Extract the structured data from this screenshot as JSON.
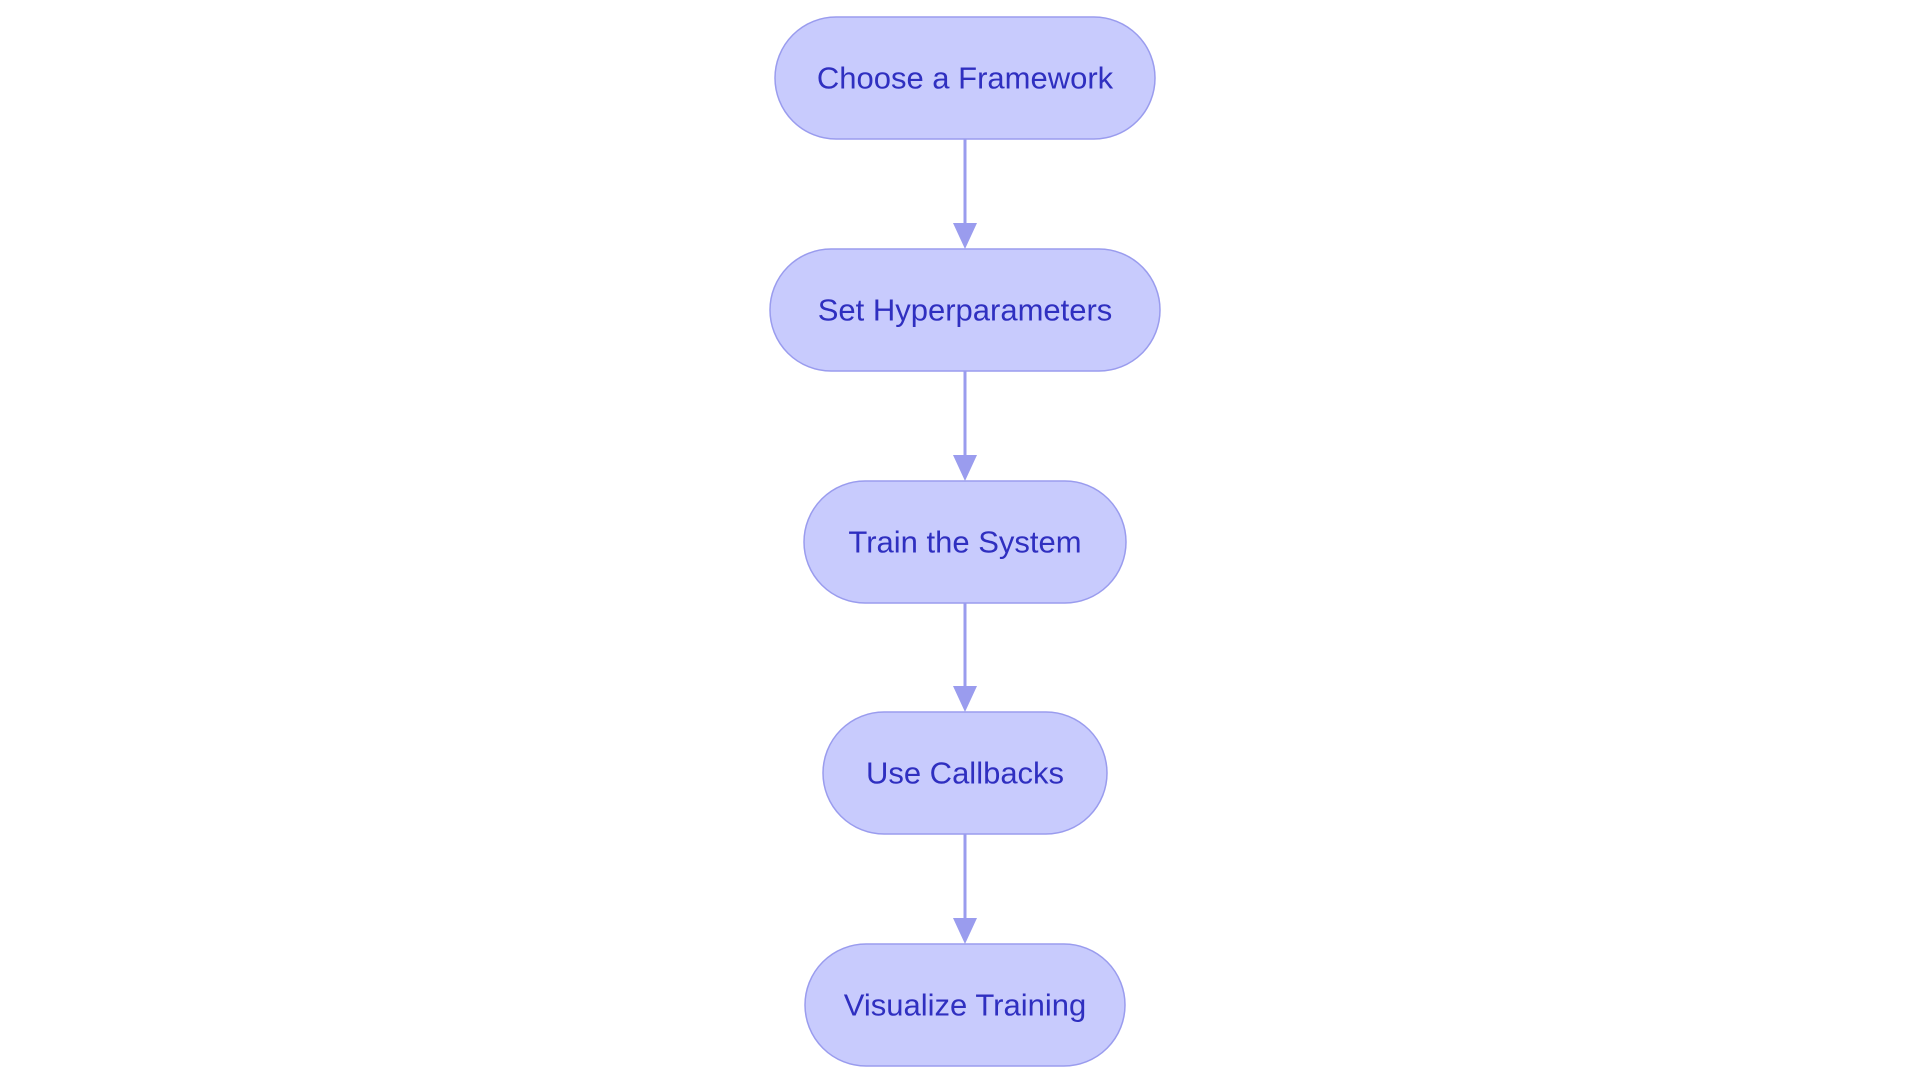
{
  "diagram": {
    "type": "flowchart",
    "direction": "top-to-bottom",
    "nodes": [
      {
        "id": "framework",
        "label": "Choose a Framework"
      },
      {
        "id": "hyperparams",
        "label": "Set Hyperparameters"
      },
      {
        "id": "train",
        "label": "Train the System"
      },
      {
        "id": "callbacks",
        "label": "Use Callbacks"
      },
      {
        "id": "visualize",
        "label": "Visualize Training"
      }
    ],
    "edges": [
      {
        "from": "framework",
        "to": "hyperparams"
      },
      {
        "from": "hyperparams",
        "to": "train"
      },
      {
        "from": "train",
        "to": "callbacks"
      },
      {
        "from": "callbacks",
        "to": "visualize"
      }
    ],
    "colors": {
      "node_fill": "#c8cbfd",
      "node_border": "#9a9cee",
      "label_text": "#2f2fc0",
      "edge": "#9a9cee",
      "background": "#ffffff"
    }
  }
}
